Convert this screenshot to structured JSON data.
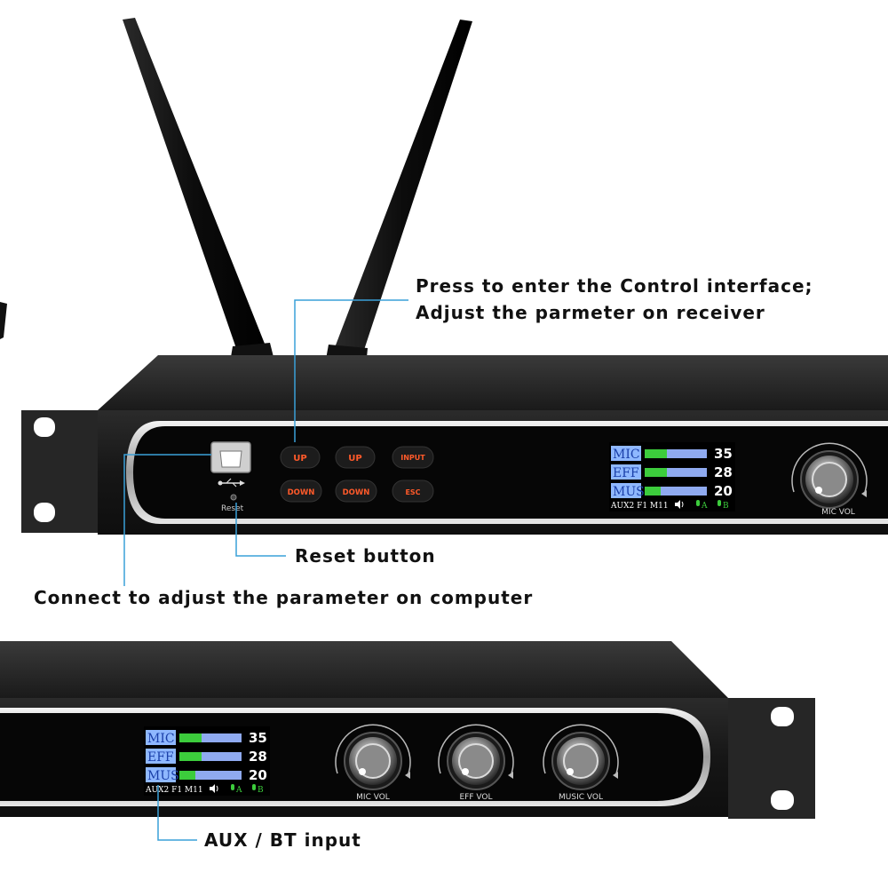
{
  "callouts": {
    "control_line1": "Press to enter the Control interface;",
    "control_line2": "Adjust the parmeter on receiver",
    "reset": "Reset button",
    "usb": "Connect to adjust the parameter on computer",
    "aux": "AUX / BT input"
  },
  "top_unit": {
    "buttons": [
      {
        "label": "UP"
      },
      {
        "label": "UP"
      },
      {
        "label": "INPUT"
      },
      {
        "label": "DOWN"
      },
      {
        "label": "DOWN"
      },
      {
        "label": "ESC"
      }
    ],
    "reset_label": "Reset",
    "knob_label": "MIC VOL"
  },
  "lcd": {
    "rows": [
      {
        "label": "MIC",
        "value": "35",
        "level": 0.35
      },
      {
        "label": "EFF",
        "value": "28",
        "level": 0.35
      },
      {
        "label": "MUS",
        "value": "20",
        "level": 0.25
      }
    ],
    "status": "AUX2  F1  M11",
    "channel_a": "A",
    "channel_b": "B"
  },
  "bottom_unit": {
    "knobs": [
      {
        "label": "MIC VOL"
      },
      {
        "label": "EFF VOL"
      },
      {
        "label": "MUSIC VOL"
      }
    ]
  },
  "colors": {
    "chassis": "#1c1c1c",
    "panel": "#0a0a0a",
    "button_text": "#ff5a2a",
    "lcd_label_bg": "#8fb8ff",
    "lcd_bar_green": "#3ccc3c",
    "lcd_bar_blue": "#8faaf0",
    "callout_line": "#3aa0d8"
  },
  "icons": [
    "antenna-icon",
    "usb-port-icon",
    "usb-symbol-icon",
    "reset-hole-icon",
    "speaker-icon",
    "mic-icon",
    "knob-icon"
  ]
}
